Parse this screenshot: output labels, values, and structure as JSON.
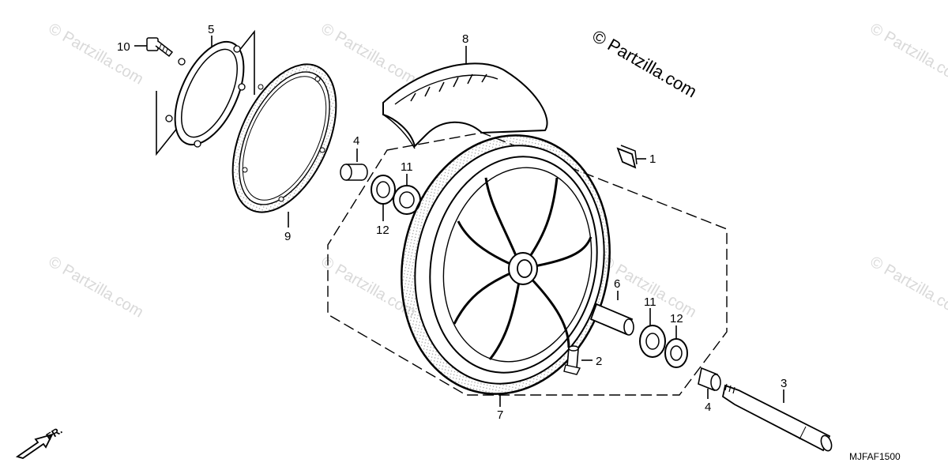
{
  "watermark": "© Partzilla.com",
  "brand": "© Partzilla.com",
  "diagram_code": "MJFAF1500",
  "direction_label": "FR.",
  "callouts": {
    "c1": "1",
    "c2": "2",
    "c3": "3",
    "c4a": "4",
    "c4b": "4",
    "c5": "5",
    "c6": "6",
    "c7": "7",
    "c8": "8",
    "c9": "9",
    "c10": "10",
    "c11a": "11",
    "c11b": "11",
    "c12a": "12",
    "c12b": "12"
  }
}
